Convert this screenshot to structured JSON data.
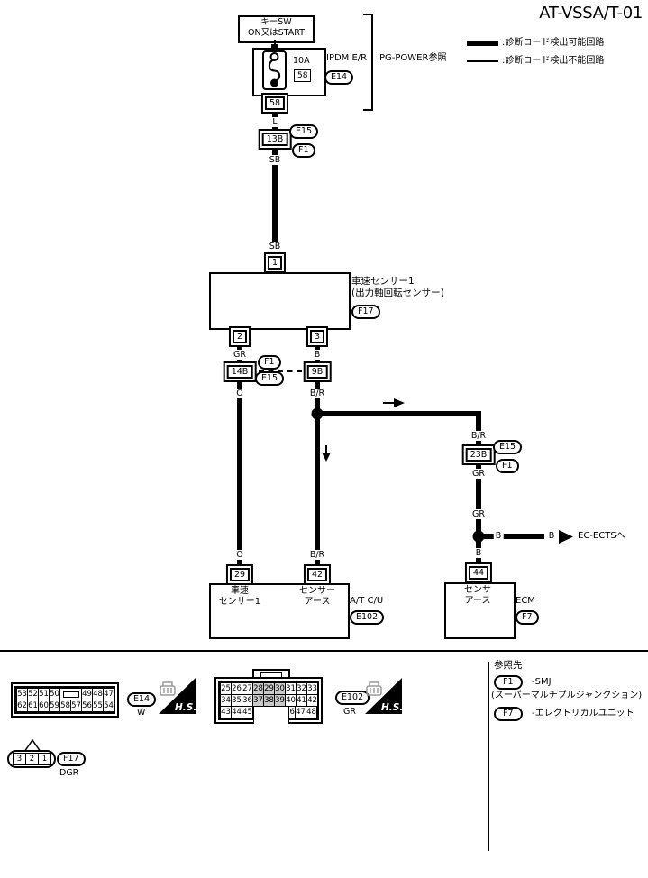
{
  "title": "AT-VSSA/T-01",
  "legend": {
    "thick": ":診断コード検出可能回路",
    "thin": ":診断コード検出不能回路"
  },
  "top": {
    "key_line1": "キーSW",
    "key_line2": "ON又はSTART",
    "fuse_rating": "10A",
    "fuse_num": "58",
    "module": "IPDM E/R",
    "ref": "E14",
    "note": "PG-POWER参照",
    "pin": "58"
  },
  "wire": {
    "l": "L",
    "sb": "SB",
    "gr": "GR",
    "b": "B",
    "o": "O",
    "br": "B/R"
  },
  "inline": {
    "c13b": "13B",
    "c14b": "14B",
    "c9b": "9B",
    "c23b": "23B",
    "e15": "E15",
    "f1": "F1"
  },
  "sensor": {
    "pin_top": "1",
    "pin2": "2",
    "pin3": "3",
    "name": "車速センサー1",
    "sub": "(出力軸回転センサー)",
    "ref": "F17"
  },
  "atcu": {
    "pin29": "29",
    "pin42": "42",
    "l29a": "車速",
    "l29b": "センサー1",
    "l42a": "センサー",
    "l42b": "アース",
    "name": "A/T C/U",
    "ref": "E102"
  },
  "ecm": {
    "pin44": "44",
    "la": "センサ",
    "lb": "アース",
    "name": "ECM",
    "ref": "F7"
  },
  "ects": "EC-ECTSへ",
  "hs_label": "H.S.",
  "pinouts": {
    "e14": {
      "row1": [
        "53",
        "52",
        "51",
        "50",
        "49",
        "48",
        "47"
      ],
      "row2": [
        "62",
        "61",
        "60",
        "59",
        "58",
        "57",
        "56",
        "55",
        "54"
      ],
      "ref": "E14",
      "color": "W"
    },
    "e102": {
      "row1": [
        "25",
        "26",
        "27",
        "28",
        "29",
        "30",
        "31",
        "32",
        "33"
      ],
      "row2": [
        "34",
        "35",
        "36",
        "37",
        "38",
        "39",
        "40",
        "41",
        "42"
      ],
      "row3a": [
        "43",
        "44",
        "45"
      ],
      "row3b": [
        "46",
        "47",
        "48"
      ],
      "ref": "E102",
      "color": "GR"
    },
    "f17": {
      "cells": [
        "3",
        "2",
        "1"
      ],
      "ref": "F17",
      "color": "DGR"
    }
  },
  "references": {
    "heading": "参照先",
    "f1_ref": "F1",
    "f1_text": "-SMJ",
    "f1_note": "(スーパーマルチプルジャンクション)",
    "f7_ref": "F7",
    "f7_text": "-エレクトリカルユニット"
  }
}
